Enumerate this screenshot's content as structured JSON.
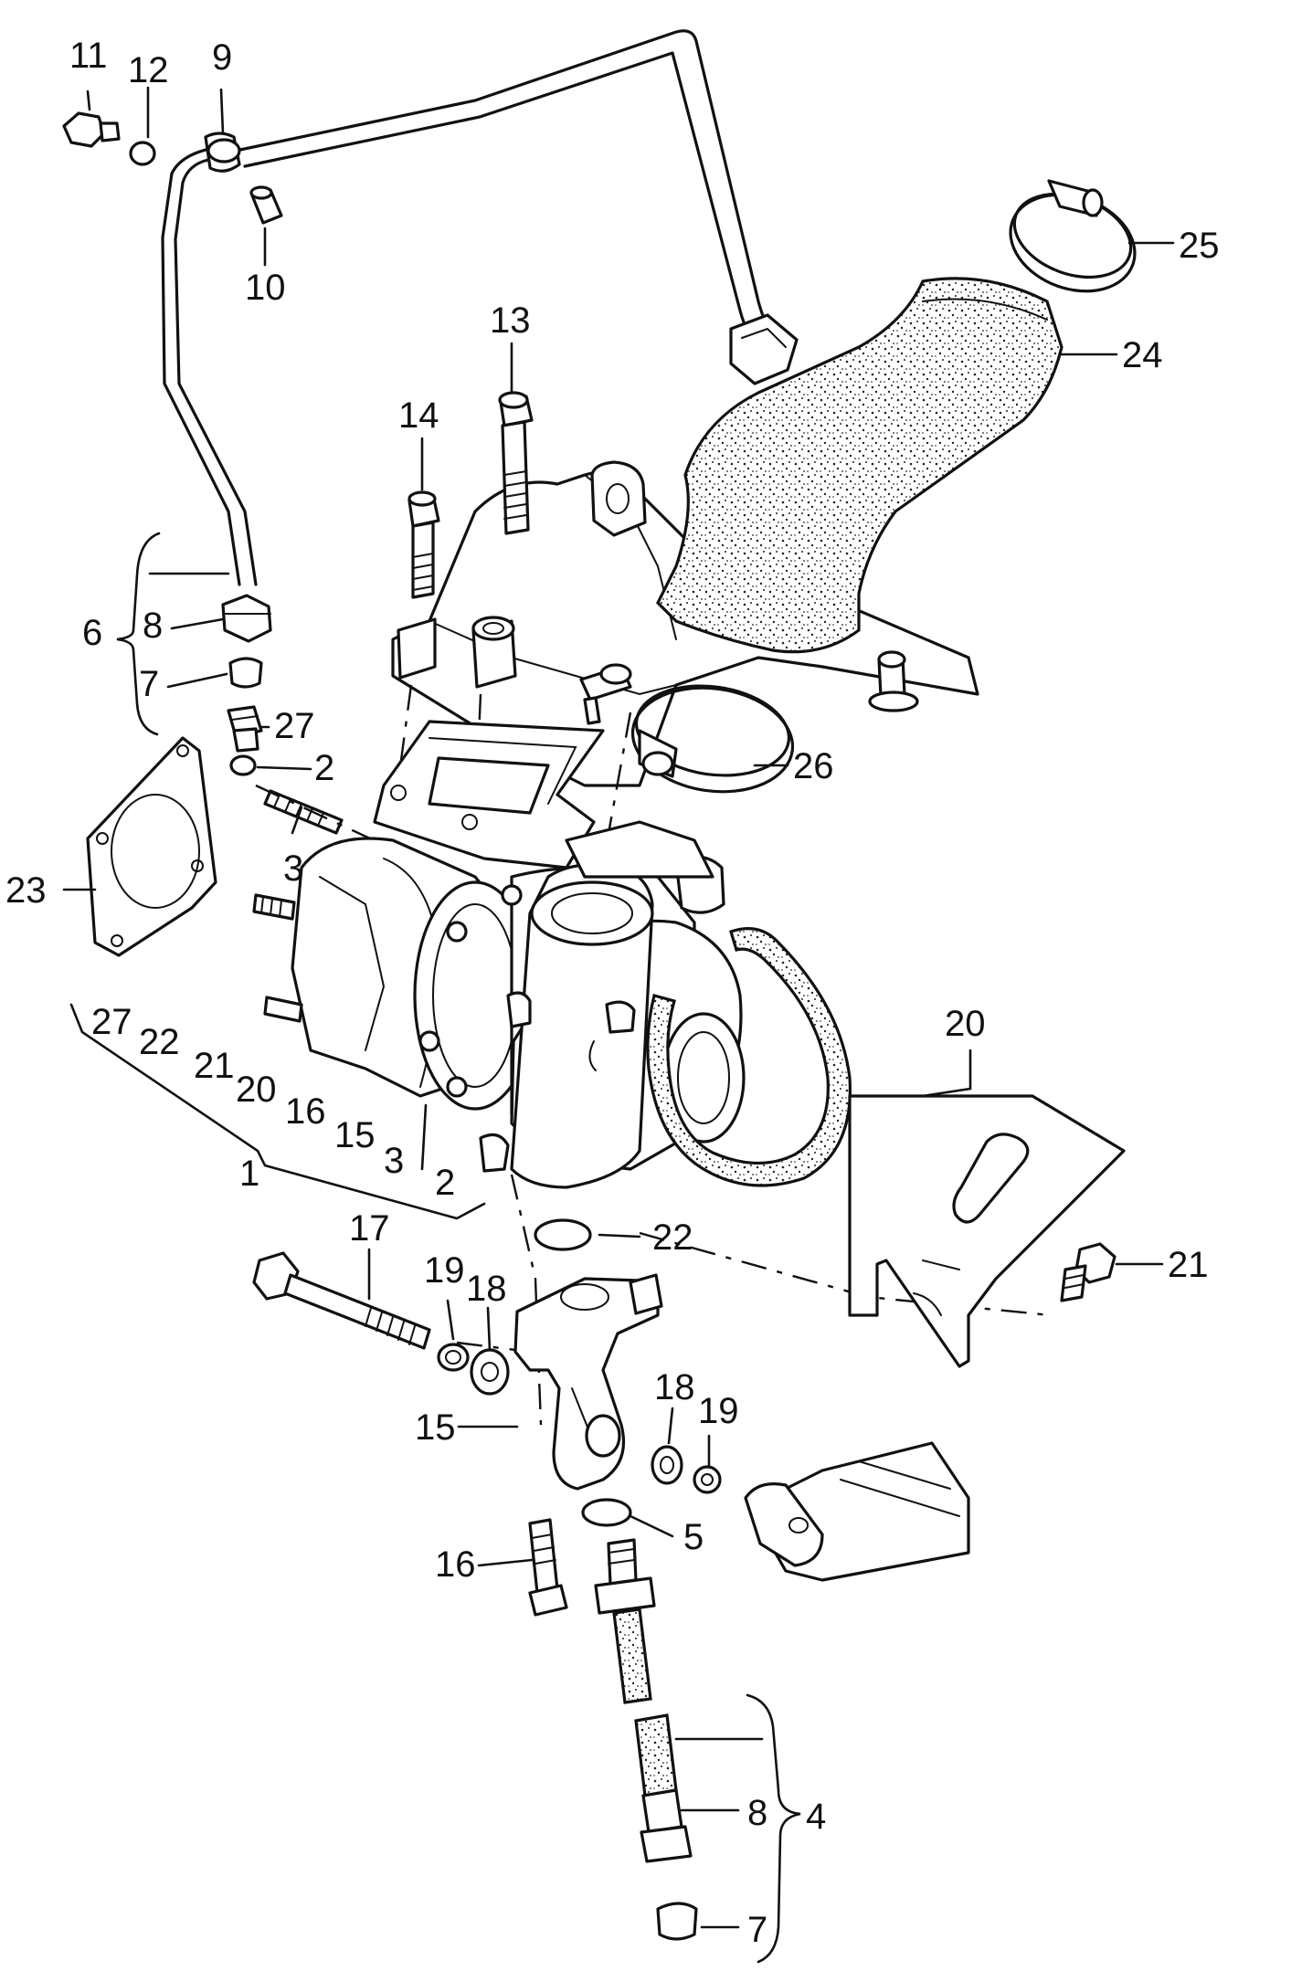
{
  "callouts": {
    "c1": "1",
    "c2a": "2",
    "c2b": "2",
    "c3a": "3",
    "c3b": "3",
    "c4": "4",
    "c5": "5",
    "c6": "6",
    "c7a": "7",
    "c7b": "7",
    "c8a": "8",
    "c8b": "8",
    "c9": "9",
    "c10": "10",
    "c11": "11",
    "c12": "12",
    "c13": "13",
    "c14": "14",
    "c15a": "15",
    "c15b": "15",
    "c16a": "16",
    "c16b": "16",
    "c17": "17",
    "c18a": "18",
    "c18b": "18",
    "c19a": "19",
    "c19b": "19",
    "c20a": "20",
    "c20b": "20",
    "c21a": "21",
    "c21b": "21",
    "c22a": "22",
    "c22b": "22",
    "c23": "23",
    "c24": "24",
    "c25": "25",
    "c26": "26",
    "c27a": "27",
    "c27b": "27"
  }
}
